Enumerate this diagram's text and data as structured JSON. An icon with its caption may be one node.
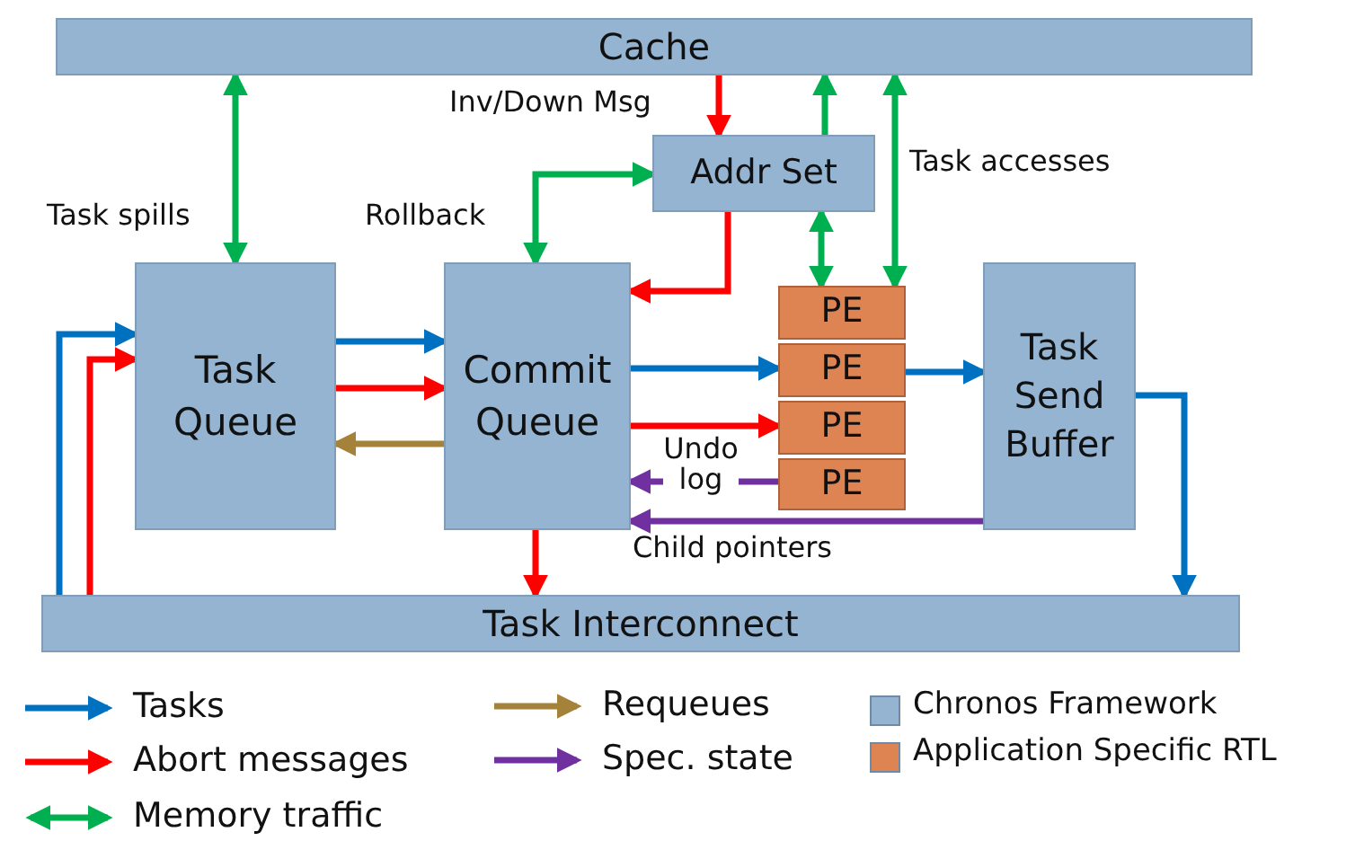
{
  "diagram": {
    "nodes": [
      {
        "text": [
          "Cache"
        ]
      },
      {
        "text": [
          "Addr Set"
        ]
      },
      {
        "text": [
          "Task Queue"
        ]
      },
      {
        "text": [
          "Commit Queue"
        ]
      },
      {
        "text": [
          "PE"
        ]
      },
      {
        "text": [
          "PE"
        ]
      },
      {
        "text": [
          "PE"
        ]
      },
      {
        "text": [
          "PE"
        ]
      },
      {
        "text": [
          "Task Send Buffer"
        ]
      },
      {
        "text": [
          "Task Interconnect"
        ]
      }
    ],
    "edges": [
      {
        "from": 0,
        "to": 2,
        "arrow": "both",
        "label": "Task spills",
        "color": "#00b050"
      },
      {
        "from": 0,
        "to": 1,
        "arrow": "to",
        "label": "Inv/Down Msg"
      },
      {
        "from": 3,
        "to": 1,
        "arrow": "both",
        "label": "Rollback",
        "color": "#00b050"
      },
      {
        "from": 1,
        "to": 0,
        "arrow": "to",
        "color": "#00b050"
      },
      {
        "from": 1,
        "to": 4,
        "arrow": "both",
        "color": "#00b050"
      },
      {
        "from": 0,
        "to": 4,
        "arrow": "both",
        "label": "Task accesses",
        "color": "#00b050"
      },
      {
        "from": 1,
        "to": 3,
        "arrow": "to"
      },
      {
        "from": 2,
        "to": 3,
        "arrow": "to",
        "color": "#0070c0"
      },
      {
        "from": 2,
        "to": 3,
        "arrow": "to"
      },
      {
        "from": 3,
        "to": 2,
        "arrow": "to",
        "color": "#a5823a"
      },
      {
        "from": 3,
        "to": 5,
        "arrow": "to",
        "color": "#0070c0"
      },
      {
        "from": 3,
        "to": 6,
        "arrow": "to"
      },
      {
        "from": 7,
        "to": 3,
        "arrow": "to",
        "label": "Undo log",
        "color": "#7030a0"
      },
      {
        "from": 5,
        "to": 8,
        "arrow": "to",
        "color": "#0070c0"
      },
      {
        "from": 8,
        "to": 3,
        "arrow": "to",
        "label": "Child pointers",
        "color": "#7030a0"
      },
      {
        "from": 8,
        "to": 9,
        "arrow": "to",
        "color": "#0070c0"
      },
      {
        "from": 3,
        "to": 9,
        "arrow": "to"
      },
      {
        "from": 9,
        "to": 2,
        "arrow": "to",
        "color": "#0070c0"
      },
      {
        "from": 9,
        "to": 2,
        "arrow": "to"
      }
    ],
    "legend": [
      {
        "text": "Tasks"
      },
      {
        "text": "Abort messages"
      },
      {
        "text": "Memory traffic"
      },
      {
        "text": "Requeues"
      },
      {
        "text": "Spec. state"
      },
      {
        "text": "Chronos Framework",
        "color": "#94b4d2"
      },
      {
        "text": "Application Specific RTL",
        "color": "#dd8452"
      }
    ]
  }
}
